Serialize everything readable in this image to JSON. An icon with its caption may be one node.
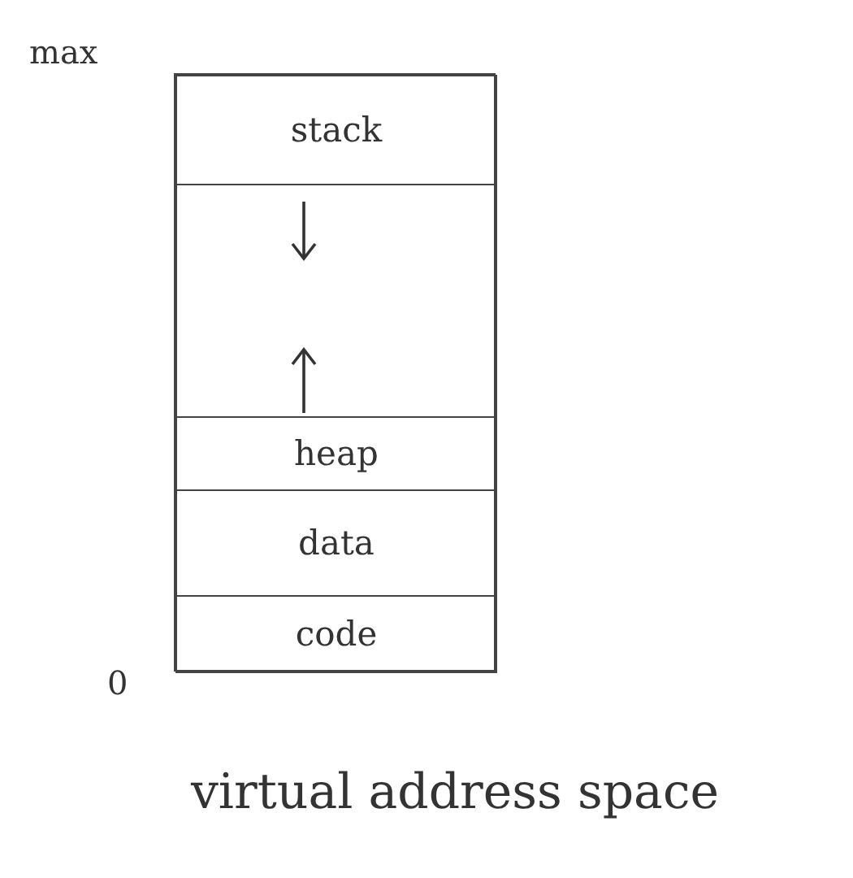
{
  "diagram": {
    "caption": "virtual address space",
    "nodes": [
      {
        "text": [],
        "shape": "box"
      },
      {
        "text": [
          "stack"
        ],
        "in": 0
      },
      {
        "text": [],
        "shape": "box",
        "in": 0
      },
      {
        "text": [
          "heap"
        ],
        "in": 0
      },
      {
        "text": [
          "data"
        ],
        "in": 0
      },
      {
        "text": [
          "code"
        ],
        "in": 0
      }
    ],
    "labels": [
      "max",
      "0"
    ]
  }
}
